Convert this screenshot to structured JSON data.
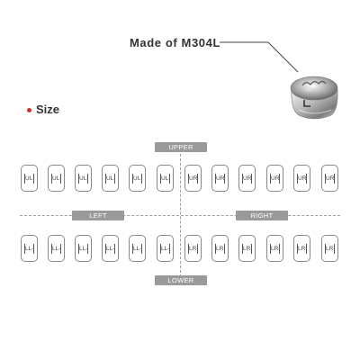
{
  "material": {
    "text": "Made of M304L"
  },
  "size_section": {
    "heading": "Size"
  },
  "quadrants": {
    "upper": "UPPER",
    "lower": "LOWER",
    "left": "LEFT",
    "right": "RIGHT"
  },
  "upper_teeth": [
    "UL-7",
    "UL-6",
    "UL-5",
    "UL-4",
    "UL-3",
    "UL-2",
    "UR-2",
    "UR-3",
    "UR-4",
    "UR-5",
    "UR-6",
    "UR-7"
  ],
  "lower_teeth": [
    "LL-7",
    "LL-6",
    "LL-5",
    "LL-4",
    "LL-3",
    "LL-2",
    "LR-2",
    "LR-3",
    "LR-4",
    "LR-5",
    "LR-6",
    "LR-7"
  ],
  "colors": {
    "accent": "#d32f2f",
    "label_bg": "#9a9a9a",
    "border": "#8a8a8a"
  }
}
